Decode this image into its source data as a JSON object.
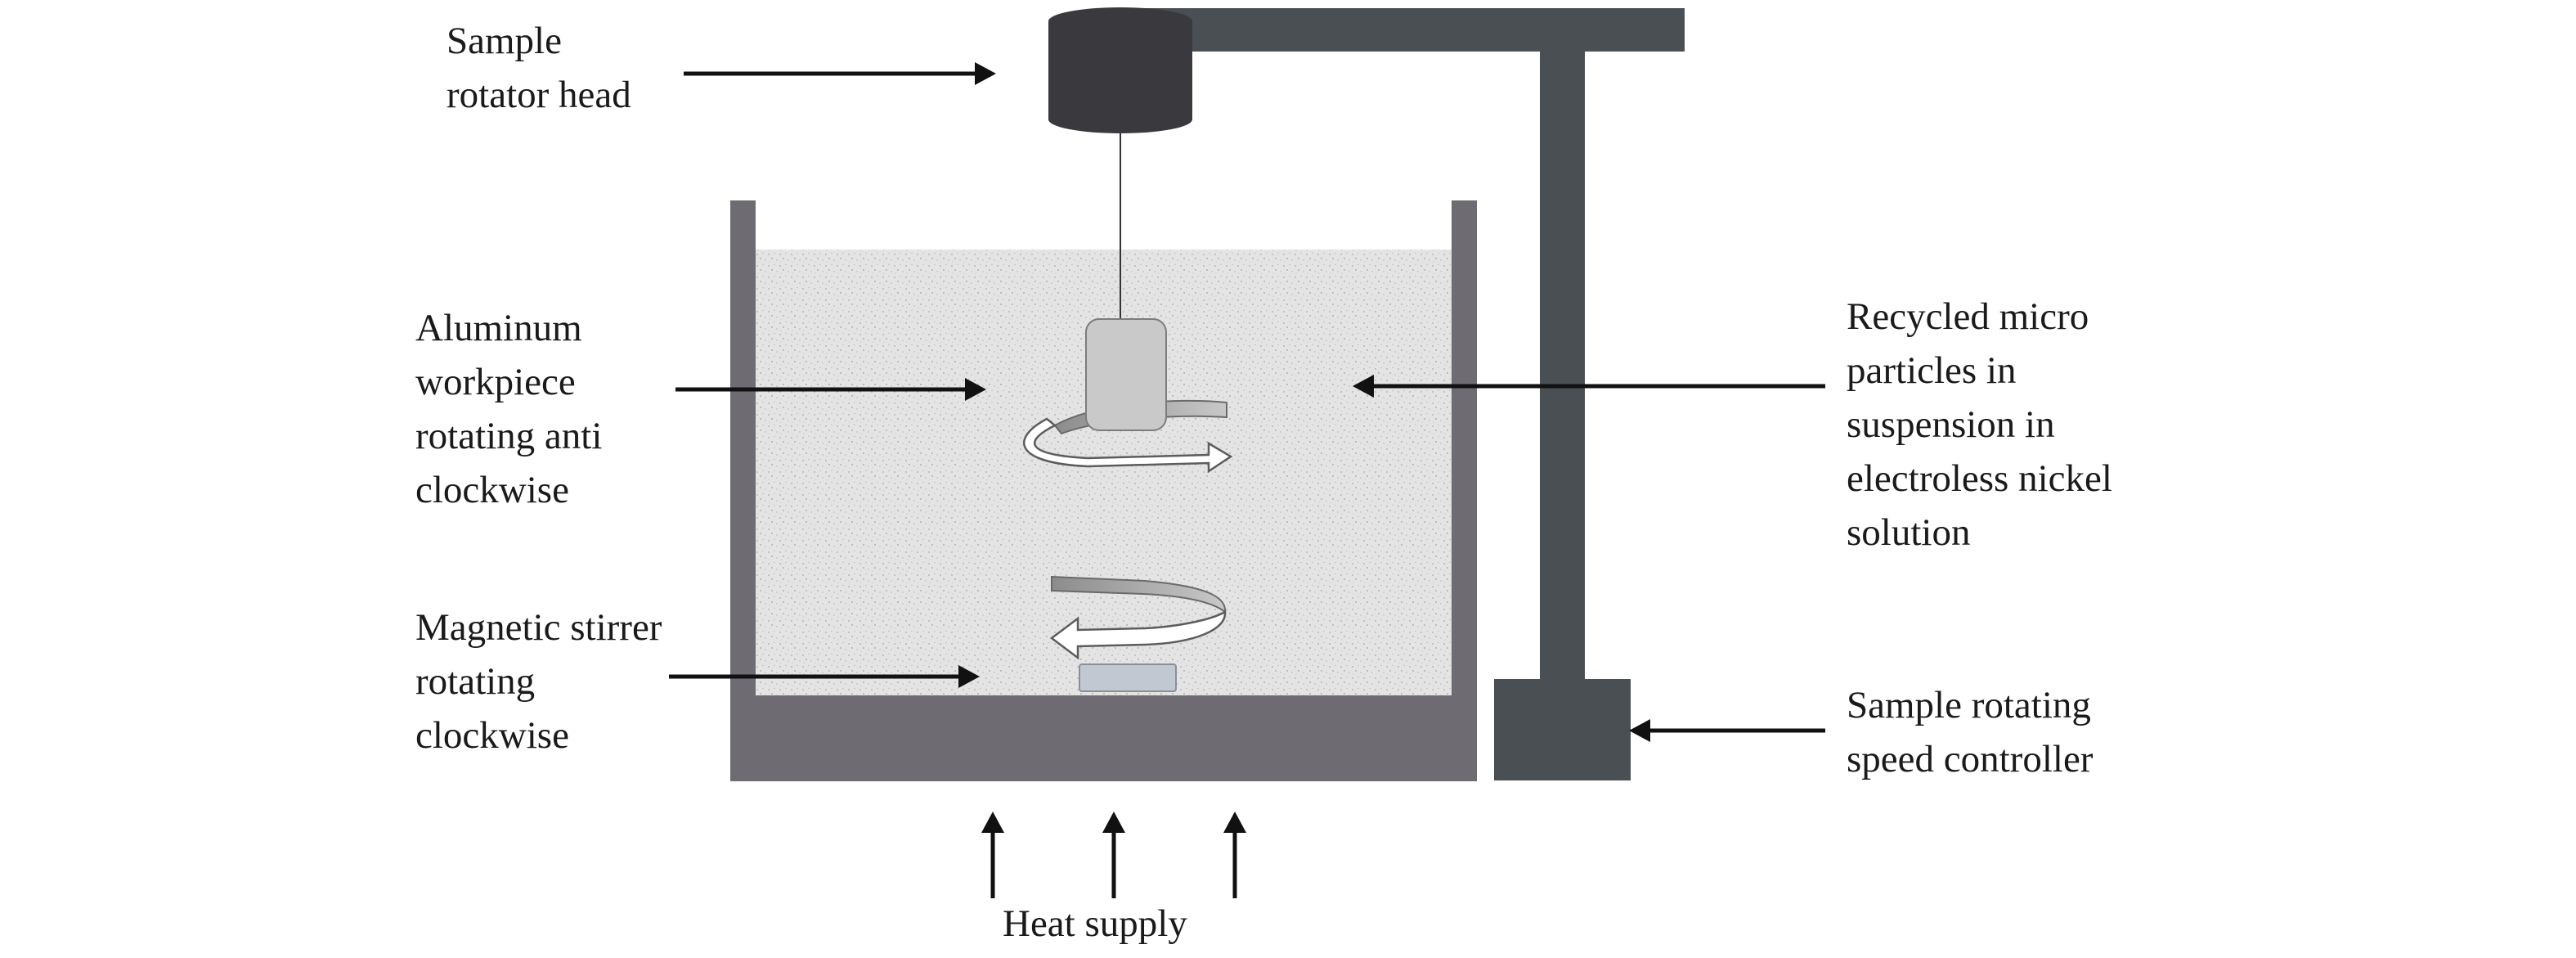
{
  "labels": {
    "rotator_head": [
      "Sample",
      "rotator head"
    ],
    "workpiece": [
      "Aluminum",
      "workpiece",
      "rotating anti",
      "clockwise"
    ],
    "stirrer": [
      "Magnetic stirrer",
      "rotating",
      "clockwise"
    ],
    "particles": [
      "Recycled micro",
      "particles in",
      "suspension in",
      "electroless nickel",
      "solution"
    ],
    "controller": [
      "Sample rotating",
      "speed controller"
    ],
    "heat": "Heat supply"
  },
  "colors": {
    "tank": "#6e6c72",
    "stand": "#4a4f54",
    "rotator_head": "#3a393d",
    "solution": "#e2e2e2",
    "workpiece": "#c9c9c9",
    "stirrer_bar": "#c2c8d2",
    "arrow": "#111111"
  }
}
